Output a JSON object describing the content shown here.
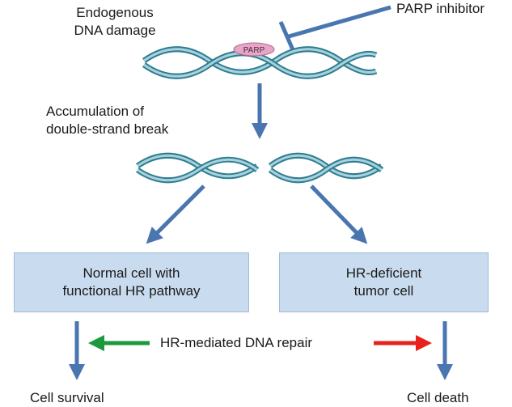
{
  "labels": {
    "endogenous_damage": "Endogenous\nDNA damage",
    "parp_inhibitor": "PARP inhibitor",
    "parp_badge": "PARP",
    "accumulation": "Accumulation of\ndouble-strand break",
    "hr_repair": "HR-mediated DNA repair",
    "cell_survival": "Cell survival",
    "cell_death": "Cell death"
  },
  "boxes": {
    "normal_cell": "Normal cell with\nfunctional HR pathway",
    "tumor_cell": "HR-deficient\ntumor cell"
  },
  "colors": {
    "arrow_blue": "#4a76b0",
    "box_fill": "#c9dcef",
    "green_arrow": "#1a9a3a",
    "red_arrow": "#e8211c",
    "parp_badge": "#e7a6c6",
    "dna_dark": "#2f7d8f",
    "dna_light": "#a9d2df"
  }
}
